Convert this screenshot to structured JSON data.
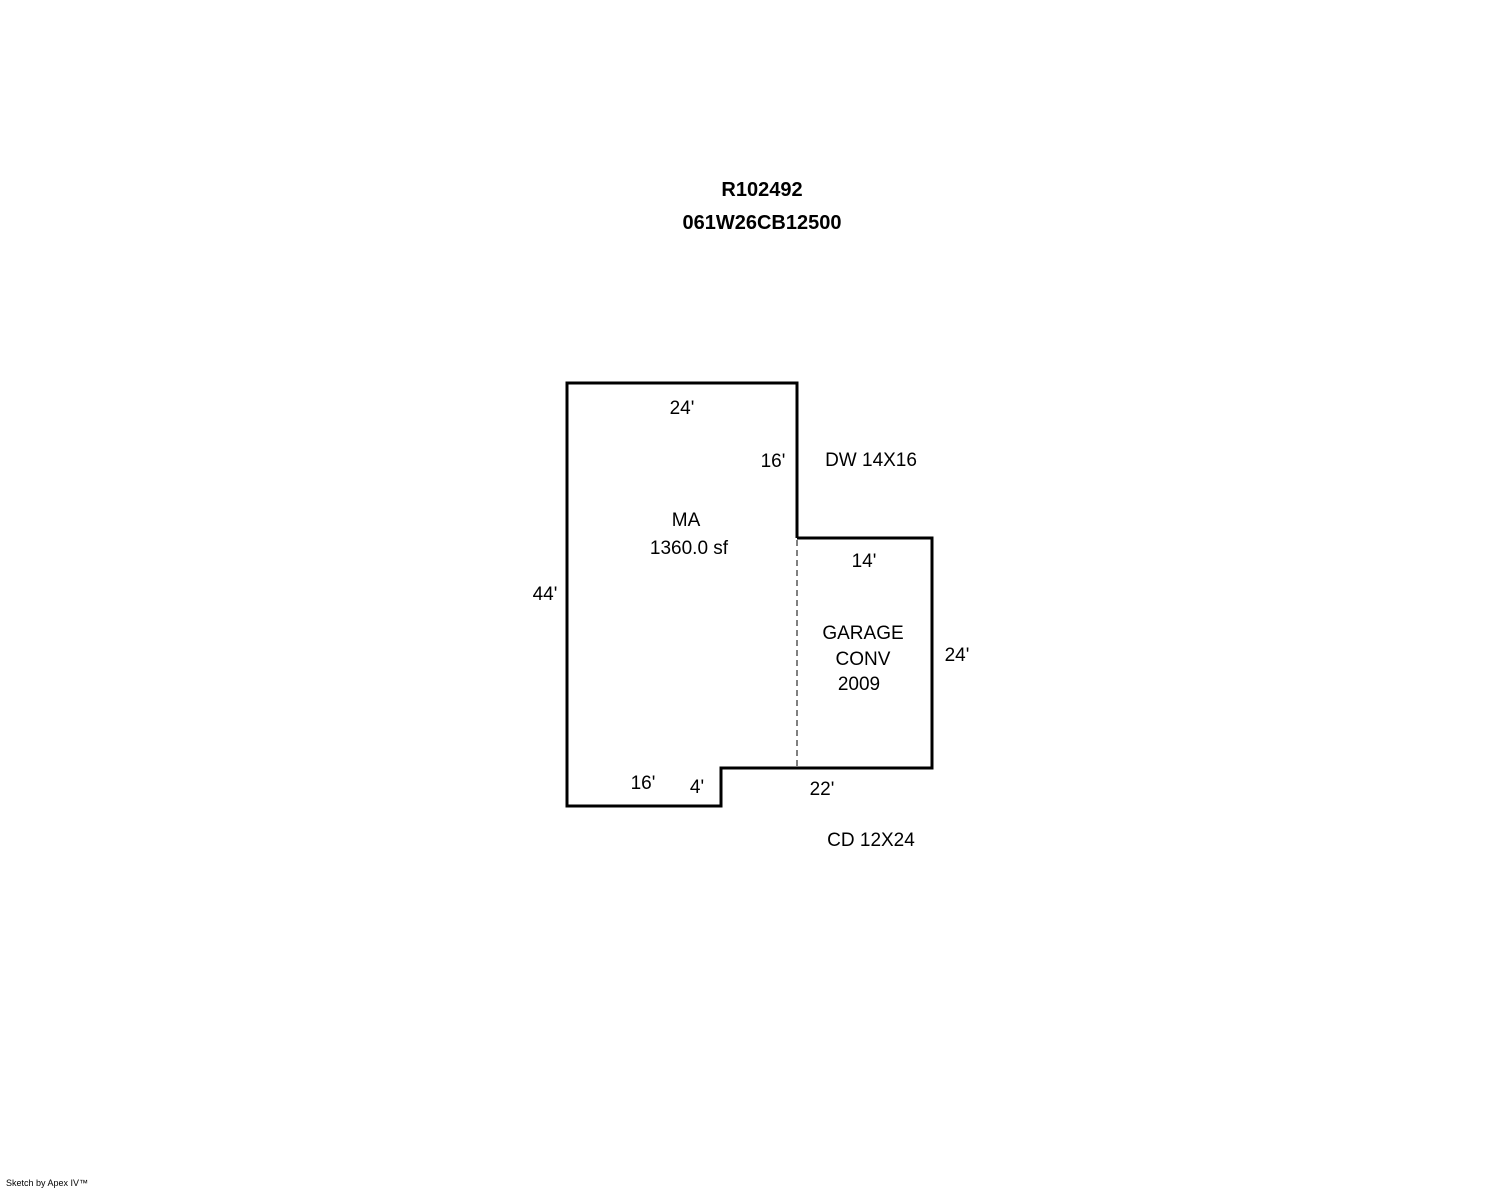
{
  "header": {
    "account_id": "R102492",
    "parcel_number": "061W26CB12500"
  },
  "areas": {
    "main": {
      "code": "MA",
      "area": "1360.0 sf"
    },
    "garage": {
      "line1": "GARAGE",
      "line2": "CONV",
      "line3": "2009"
    }
  },
  "dimensions": {
    "main_top": "24'",
    "main_right_upper": "16'",
    "main_left": "44'",
    "main_bottom_left": "16'",
    "main_bottom_step": "4'",
    "garage_top": "14'",
    "garage_right": "24'",
    "garage_bottom": "22'"
  },
  "notes": {
    "deck_wood": "DW 14X16",
    "deck_concrete": "CD 12X24"
  },
  "footer": {
    "credit": "Sketch by Apex IV™"
  }
}
